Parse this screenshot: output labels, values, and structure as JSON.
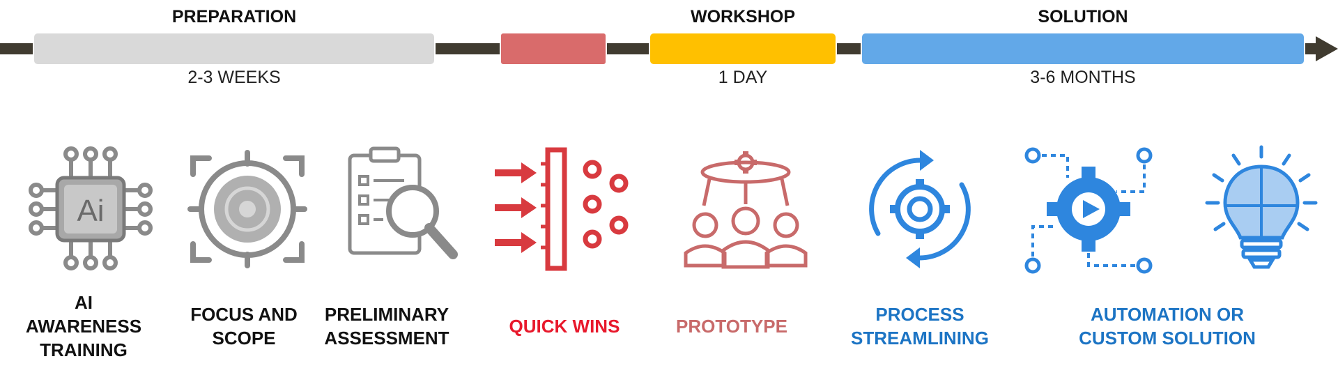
{
  "phases": [
    {
      "title": "PREPARATION",
      "duration": "2-3 WEEKS",
      "color": "#d9d9d9"
    },
    {
      "title": "",
      "duration": "",
      "color": "#d96b6b"
    },
    {
      "title": "WORKSHOP",
      "duration": "1 DAY",
      "color": "#ffc000"
    },
    {
      "title": "SOLUTION",
      "duration": "3-6 MONTHS",
      "color": "#62a8e8"
    }
  ],
  "timeline_color": "#403b30",
  "steps": [
    {
      "label": "AI\nAWARENESS\nTRAINING",
      "icon": "ai-chip-icon",
      "color": "#111111"
    },
    {
      "label": "FOCUS AND\nSCOPE",
      "icon": "target-focus-icon",
      "color": "#111111"
    },
    {
      "label": "PRELIMINARY\nASSESSMENT",
      "icon": "clipboard-magnifier-icon",
      "color": "#111111"
    },
    {
      "label": "QUICK WINS",
      "icon": "filter-arrows-icon",
      "color": "#e8192c"
    },
    {
      "label": "PROTOTYPE",
      "icon": "team-gear-icon",
      "color": "#c86a6a"
    },
    {
      "label": "PROCESS\nSTREAMLINING",
      "icon": "cycle-gear-icon",
      "color": "#1c74c4"
    },
    {
      "label": "AUTOMATION OR\nCUSTOM SOLUTION",
      "icon": "automation-gear-icon",
      "color": "#1c74c4"
    },
    {
      "label": "",
      "icon": "lightbulb-puzzle-icon",
      "color": "#1c74c4"
    }
  ],
  "icon_colors": {
    "gray": "#8a8a8a",
    "red": "#d83a3f",
    "rose": "#c86a6a",
    "blue": "#2e86de",
    "light_blue": "#a9cdf2"
  }
}
